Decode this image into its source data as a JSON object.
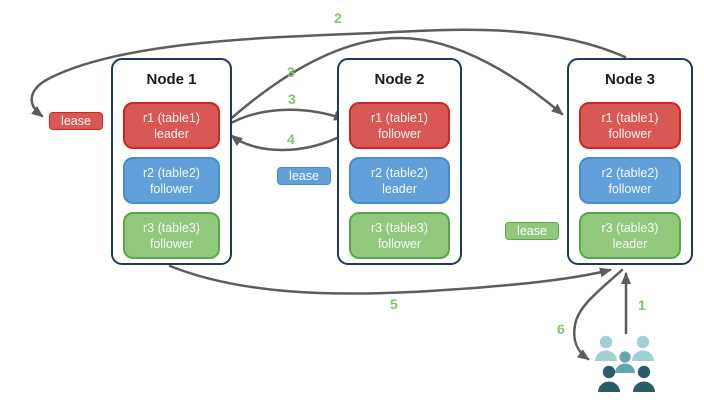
{
  "diagram": {
    "nodes": [
      {
        "title": "Node 1",
        "replicas": [
          {
            "label": "r1 (table1)",
            "role": "leader",
            "color": "#D95853"
          },
          {
            "label": "r2 (table2)",
            "role": "follower",
            "color": "#61A0DA"
          },
          {
            "label": "r3 (table3)",
            "role": "follower",
            "color": "#90C97B"
          }
        ]
      },
      {
        "title": "Node 2",
        "replicas": [
          {
            "label": "r1 (table1)",
            "role": "follower",
            "color": "#D95853"
          },
          {
            "label": "r2 (table2)",
            "role": "leader",
            "color": "#61A0DA"
          },
          {
            "label": "r3 (table3)",
            "role": "follower",
            "color": "#90C97B"
          }
        ]
      },
      {
        "title": "Node 3",
        "replicas": [
          {
            "label": "r1 (table1)",
            "role": "follower",
            "color": "#D95853"
          },
          {
            "label": "r2 (table2)",
            "role": "follower",
            "color": "#61A0DA"
          },
          {
            "label": "r3 (table3)",
            "role": "leader",
            "color": "#90C97B"
          }
        ]
      }
    ],
    "leases": [
      {
        "label": "lease",
        "color": "#D95853",
        "near": "Node 1 r1"
      },
      {
        "label": "lease",
        "color": "#61A0DA",
        "near": "Node 2 r2"
      },
      {
        "label": "lease",
        "color": "#90C97B",
        "near": "Node 3 r3"
      }
    ],
    "steps": {
      "s1": "1",
      "s2": "2",
      "s3a": "3",
      "s3b": "3",
      "s4": "4",
      "s5": "5",
      "s6": "6"
    },
    "icons": {
      "users": "users-icon"
    },
    "colors": {
      "arrow": "#5D5D5D",
      "step_label": "#82C36E",
      "node_border": "#1F3A5F",
      "red_fill": "#D95853",
      "red_border": "#C52A25",
      "blue_fill": "#61A0DA",
      "blue_border": "#478BCE",
      "green_fill": "#90C97B",
      "green_border": "#5CA54A",
      "users_light": "#9FD0D4",
      "users_mid": "#62A6AE",
      "users_dark": "#2F5B69"
    }
  }
}
